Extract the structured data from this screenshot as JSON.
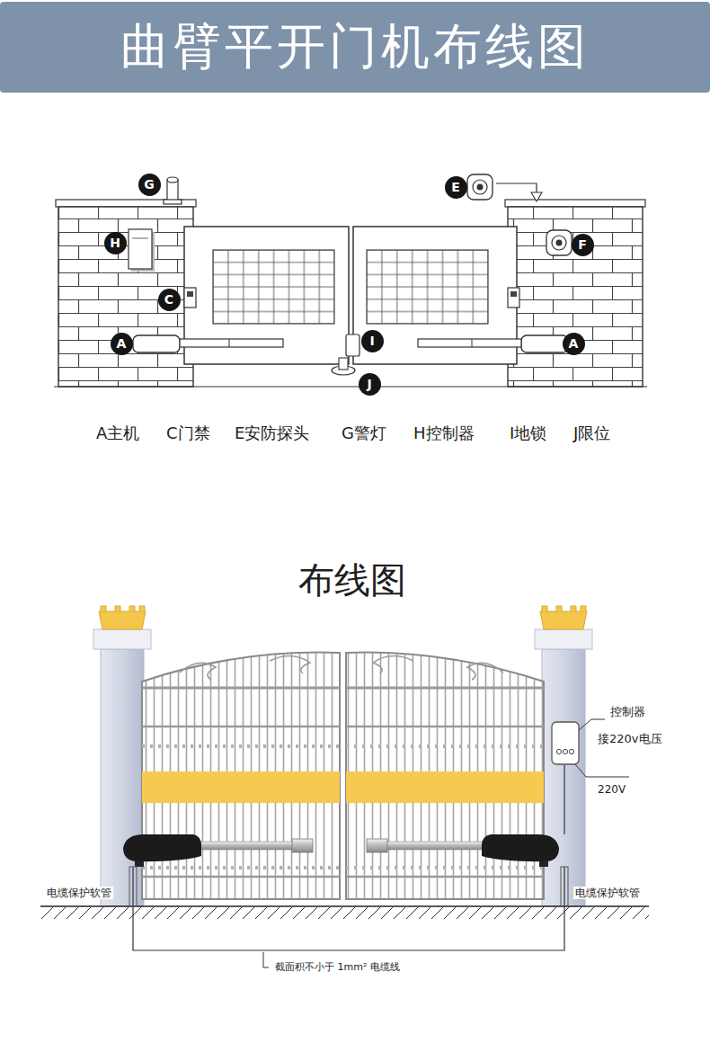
{
  "diagram": {
    "title": "曲臂平开门机布线图",
    "nodes": [
      {
        "text": [
          "G"
        ]
      },
      {
        "text": [
          "E"
        ]
      },
      {
        "text": [
          "H"
        ]
      },
      {
        "text": [
          "F"
        ]
      },
      {
        "text": [
          "C"
        ]
      },
      {
        "text": [
          "I"
        ]
      },
      {
        "text": [
          "A"
        ]
      },
      {
        "text": [
          "A"
        ]
      },
      {
        "text": [
          "J"
        ]
      }
    ],
    "labels": [
      "A主机",
      "C门禁",
      "E安防探头",
      "G警灯",
      "H控制器",
      "I地锁",
      "J限位",
      "布线图",
      "控制器",
      "接220v电压",
      "220V",
      "电缆保护软管",
      "电缆保护软管",
      "截面积不小于 1mm² 电缆线"
    ]
  }
}
